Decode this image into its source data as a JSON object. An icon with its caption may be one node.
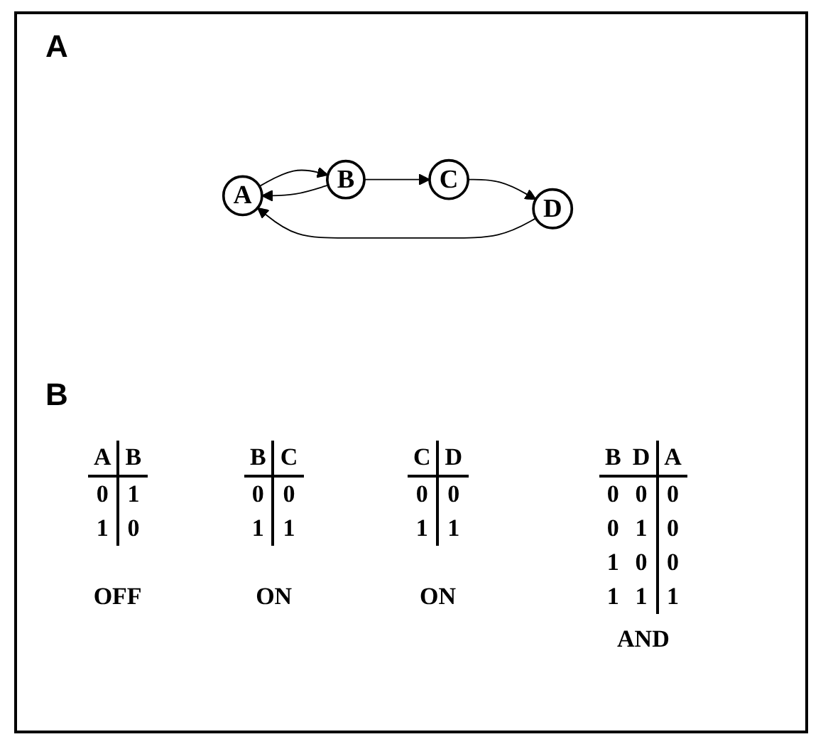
{
  "diagram": {
    "nodes": [
      {
        "text": [
          "A"
        ]
      },
      {
        "text": [
          "B"
        ]
      },
      {
        "text": [
          "C"
        ]
      },
      {
        "text": [
          "D"
        ]
      }
    ],
    "edges": [
      {
        "from": 0,
        "to": 1,
        "arrow": "to"
      },
      {
        "from": 1,
        "to": 0,
        "arrow": "to"
      },
      {
        "from": 1,
        "to": 2,
        "arrow": "to"
      },
      {
        "from": 2,
        "to": 3,
        "arrow": "to"
      },
      {
        "from": 3,
        "to": 0,
        "arrow": "to"
      }
    ],
    "labels": [
      "A",
      "B",
      "A",
      "B",
      "0",
      "1",
      "1",
      "0",
      "OFF",
      "B",
      "C",
      "0",
      "0",
      "1",
      "1",
      "ON",
      "C",
      "D",
      "0",
      "0",
      "1",
      "1",
      "ON",
      "B",
      "D",
      "A",
      "0",
      "0",
      "0",
      "0",
      "1",
      "0",
      "1",
      "0",
      "0",
      "1",
      "1",
      "1",
      "AND"
    ]
  }
}
